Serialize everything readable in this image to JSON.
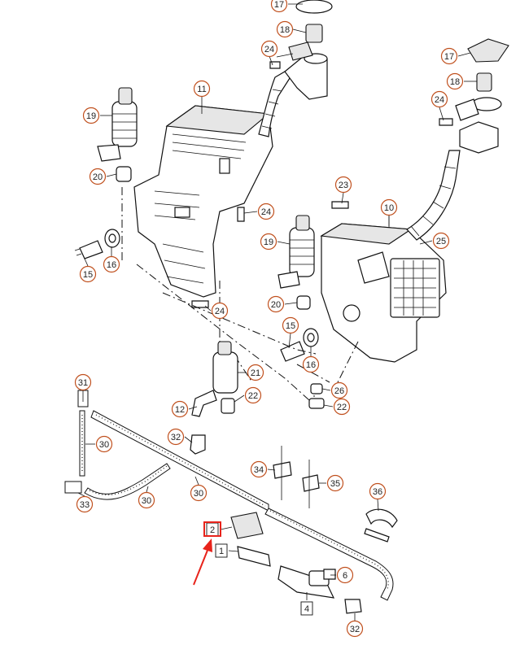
{
  "diagram": {
    "colors": {
      "callout_ring": "#c0501e",
      "highlight": "#e8231b",
      "line": "#111111"
    },
    "callouts": [
      {
        "id": "c17a",
        "label": "17"
      },
      {
        "id": "c18a",
        "label": "18"
      },
      {
        "id": "c24a",
        "label": "24"
      },
      {
        "id": "c17b",
        "label": "17"
      },
      {
        "id": "c18b",
        "label": "18"
      },
      {
        "id": "c24b",
        "label": "24"
      },
      {
        "id": "c11",
        "label": "11"
      },
      {
        "id": "c19a",
        "label": "19"
      },
      {
        "id": "c20a",
        "label": "20"
      },
      {
        "id": "c24c",
        "label": "24"
      },
      {
        "id": "c23",
        "label": "23"
      },
      {
        "id": "c10",
        "label": "10"
      },
      {
        "id": "c25",
        "label": "25"
      },
      {
        "id": "c15a",
        "label": "15"
      },
      {
        "id": "c16a",
        "label": "16"
      },
      {
        "id": "c19b",
        "label": "19"
      },
      {
        "id": "c24d",
        "label": "24"
      },
      {
        "id": "c20b",
        "label": "20"
      },
      {
        "id": "c15b",
        "label": "15"
      },
      {
        "id": "c16b",
        "label": "16"
      },
      {
        "id": "c21",
        "label": "21"
      },
      {
        "id": "c26",
        "label": "26"
      },
      {
        "id": "c31",
        "label": "31"
      },
      {
        "id": "c12",
        "label": "12"
      },
      {
        "id": "c22a",
        "label": "22"
      },
      {
        "id": "c22b",
        "label": "22"
      },
      {
        "id": "c30a",
        "label": "30"
      },
      {
        "id": "c32a",
        "label": "32"
      },
      {
        "id": "c34",
        "label": "34"
      },
      {
        "id": "c35",
        "label": "35"
      },
      {
        "id": "c33",
        "label": "33"
      },
      {
        "id": "c30b",
        "label": "30"
      },
      {
        "id": "c30c",
        "label": "30"
      },
      {
        "id": "c36",
        "label": "36"
      },
      {
        "id": "c2",
        "label": "2"
      },
      {
        "id": "c1",
        "label": "1"
      },
      {
        "id": "c6",
        "label": "6"
      },
      {
        "id": "c4",
        "label": "4"
      },
      {
        "id": "c32b",
        "label": "32"
      }
    ]
  }
}
